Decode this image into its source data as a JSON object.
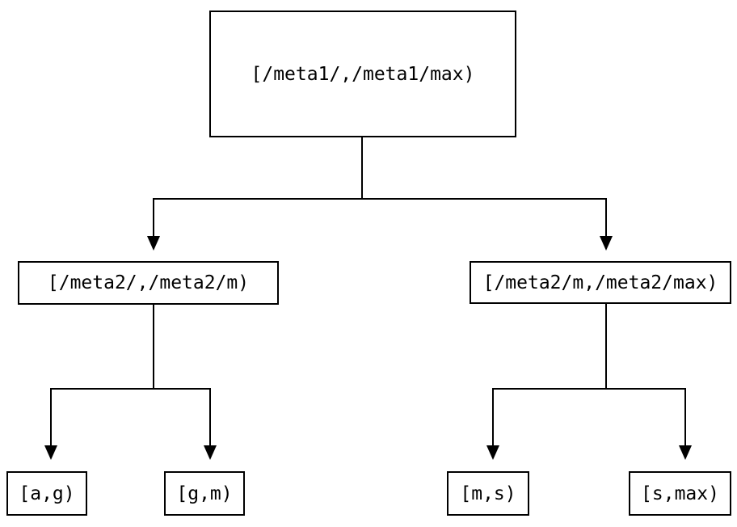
{
  "diagram": {
    "type": "tree",
    "background_color": "#ffffff",
    "line_color": "#000000",
    "box_border_color": "#000000",
    "nodes": {
      "root": {
        "label": "[/meta1/,/meta1/max)"
      },
      "left": {
        "label": "[/meta2/,/meta2/m)"
      },
      "right": {
        "label": "[/meta2/m,/meta2/max)"
      },
      "leaf_ag": {
        "label": "[a,g)"
      },
      "leaf_gm": {
        "label": "[g,m)"
      },
      "leaf_ms": {
        "label": "[m,s)"
      },
      "leaf_smax": {
        "label": "[s,max)"
      }
    },
    "edges": [
      {
        "from": "root",
        "to": "left"
      },
      {
        "from": "root",
        "to": "right"
      },
      {
        "from": "left",
        "to": "leaf_ag"
      },
      {
        "from": "left",
        "to": "leaf_gm"
      },
      {
        "from": "right",
        "to": "leaf_ms"
      },
      {
        "from": "right",
        "to": "leaf_smax"
      }
    ]
  }
}
